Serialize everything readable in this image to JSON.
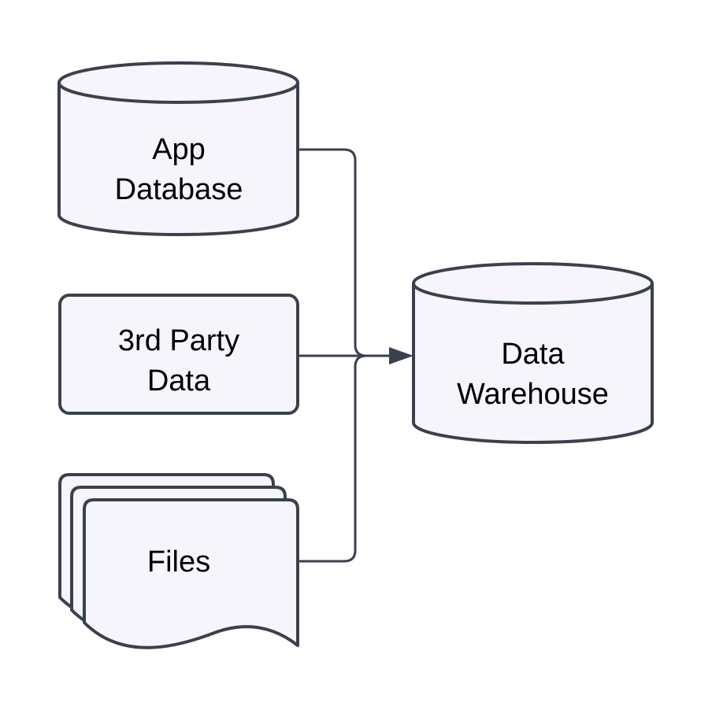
{
  "diagram": {
    "type": "flowchart",
    "direction": "left-to-right"
  },
  "colors": {
    "background": "#ffffff",
    "node_fill": "#f5f5fb",
    "node_stroke": "#3a414c",
    "edge_stroke": "#3a414c",
    "text": "#000000"
  },
  "nodes": {
    "app_database": {
      "shape": "cylinder",
      "line1": "App",
      "line2": "Database"
    },
    "third_party_data": {
      "shape": "rounded-rectangle",
      "line1": "3rd Party",
      "line2": "Data"
    },
    "files": {
      "shape": "stacked-documents",
      "line1": "Files"
    },
    "data_warehouse": {
      "shape": "cylinder",
      "line1": "Data",
      "line2": "Warehouse"
    }
  },
  "edges": [
    {
      "from": "App Database",
      "to": "Data Warehouse",
      "arrowhead_at_target": true
    },
    {
      "from": "3rd Party Data",
      "to": "Data Warehouse",
      "arrowhead_at_target": true
    },
    {
      "from": "Files",
      "to": "Data Warehouse",
      "arrowhead_at_target": true
    }
  ]
}
